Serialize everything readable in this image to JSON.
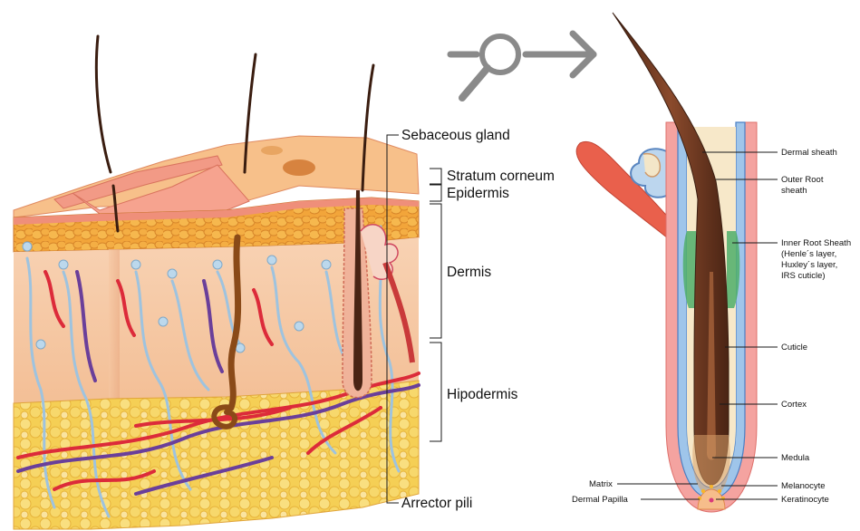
{
  "left_labels": {
    "sebaceous_gland": "Sebaceous gland",
    "stratum_corneum": "Stratum corneum",
    "epidermis": "Epidermis",
    "dermis": "Dermis",
    "hipodermis": "Hipodermis",
    "arrector_pili": "Arrector pili"
  },
  "right_labels": {
    "dermal_sheath": "Dermal sheath",
    "outer_root_1": "Outer Root",
    "outer_root_2": "sheath",
    "inner_root_1": "Inner Root Sheath",
    "inner_root_2": "(Henle´s layer,",
    "inner_root_3": "Huxley´s layer,",
    "inner_root_4": "IRS cuticle)",
    "cuticle": "Cuticle",
    "cortex": "Cortex",
    "medula": "Medula",
    "melanocyte": "Melanocyte",
    "keratinocyte": "Keratinocyte",
    "matrix": "Matrix",
    "dermal_papilla": "Dermal Papilla"
  },
  "icons": {
    "magnifier": "magnifier-icon",
    "arrow": "arrow-right-icon"
  },
  "colors": {
    "hair": "#6b3520",
    "dermis": "#f6c8a4",
    "epidermis": "#f1a07c",
    "fat": "#f3c64a",
    "artery": "#dc2b3a",
    "vein": "#6a3f9a",
    "nerve": "#9ec3df",
    "icon_gray": "#8a8a8a"
  }
}
